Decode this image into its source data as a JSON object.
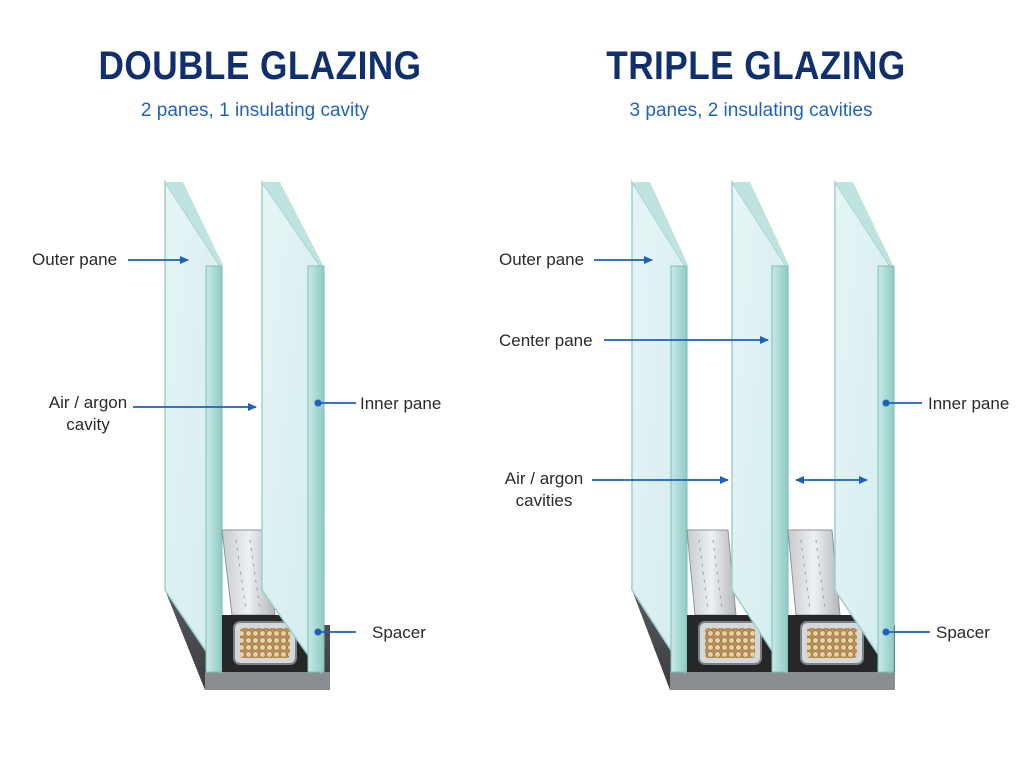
{
  "colors": {
    "title": "#0f2f6f",
    "subtitle": "#1f63c2",
    "arrow": "#1f5fbf",
    "glass_face": "#dff1f2",
    "glass_edge": "#9fd3cf",
    "frame": "#4a4d52"
  },
  "double": {
    "title": "DOUBLE GLAZING",
    "subtitle": "2 panes, 1 insulating cavity",
    "labels": {
      "outer": "Outer pane",
      "cavity": "Air / argon cavity",
      "inner": "Inner pane",
      "spacer": "Spacer"
    }
  },
  "triple": {
    "title": "TRIPLE GLAZING",
    "subtitle": "3 panes, 2 insulating cavities",
    "labels": {
      "outer": "Outer pane",
      "center": "Center pane",
      "cavities": "Air / argon cavities",
      "inner": "Inner pane",
      "spacer": "Spacer"
    }
  }
}
